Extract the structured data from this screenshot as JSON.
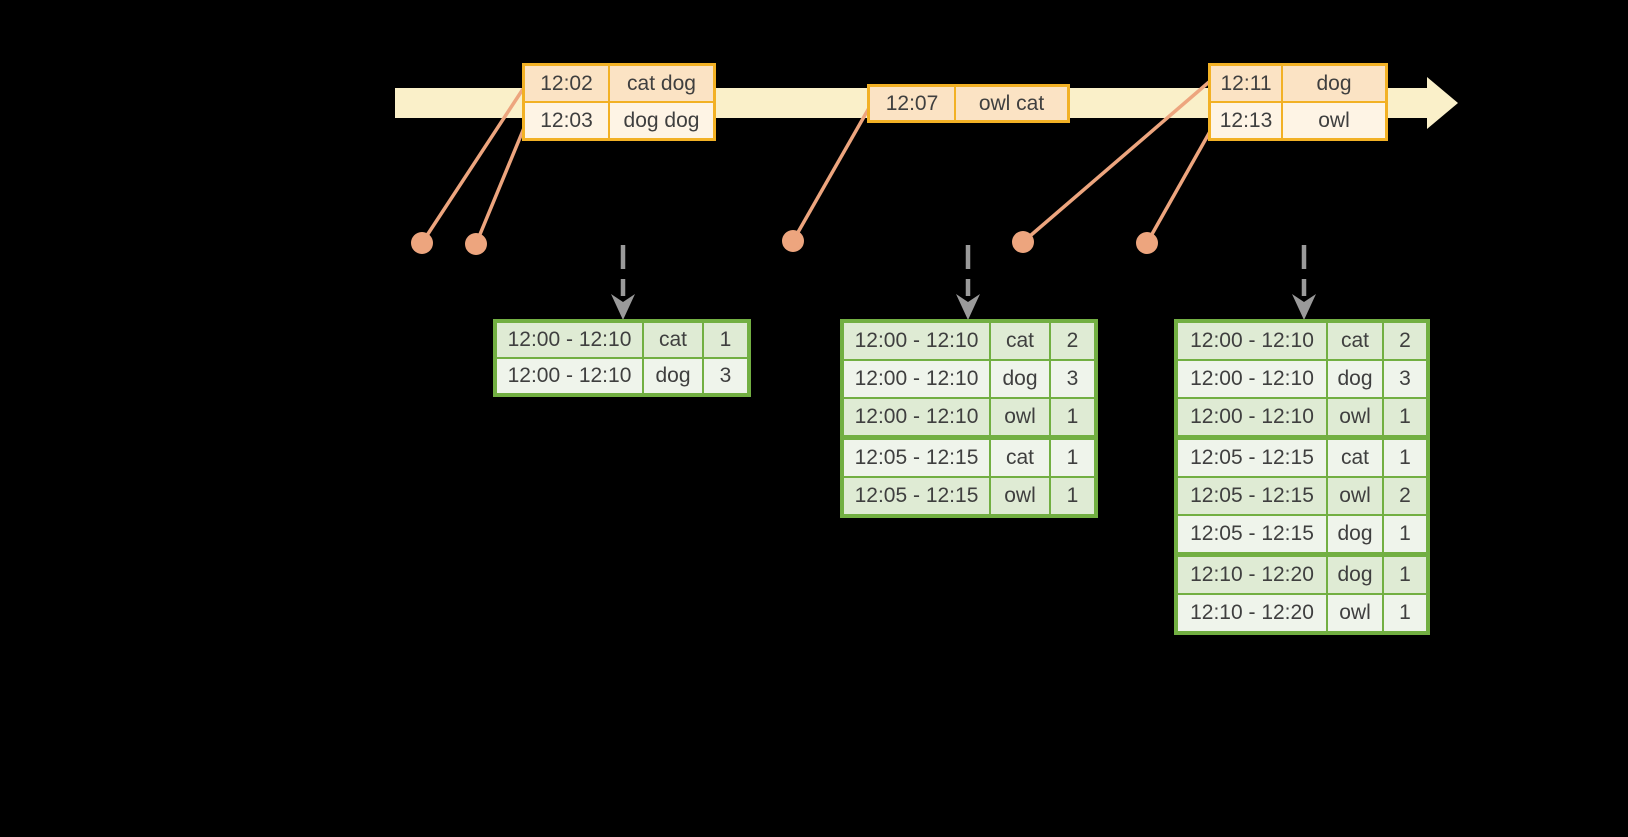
{
  "colors": {
    "background": "#000000",
    "timeline_fill": "#FAF0C9",
    "event_border": "#F2B125",
    "event_row_a": "#FBE3C4",
    "event_row_b": "#FEF4E5",
    "connector": "#EDA57E",
    "result_border": "#72AF42",
    "result_row_a": "#DFEBD4",
    "result_row_b": "#EFF4EB",
    "trigger_arrow": "#9A9A9A",
    "text": "#3F3F3F"
  },
  "event_tables": [
    {
      "rows": [
        {
          "time": "12:02",
          "words": "cat dog"
        },
        {
          "time": "12:03",
          "words": "dog dog"
        }
      ]
    },
    {
      "rows": [
        {
          "time": "12:07",
          "words": "owl cat"
        }
      ]
    },
    {
      "rows": [
        {
          "time": "12:11",
          "words": "dog"
        },
        {
          "time": "12:13",
          "words": "owl"
        }
      ]
    }
  ],
  "result_tables": [
    {
      "rows": [
        {
          "window": "12:00 - 12:10",
          "word": "cat",
          "count": "1"
        },
        {
          "window": "12:00 - 12:10",
          "word": "dog",
          "count": "3"
        }
      ]
    },
    {
      "rows": [
        {
          "window": "12:00 - 12:10",
          "word": "cat",
          "count": "2"
        },
        {
          "window": "12:00 - 12:10",
          "word": "dog",
          "count": "3"
        },
        {
          "window": "12:00 - 12:10",
          "word": "owl",
          "count": "1"
        },
        {
          "window": "12:05 - 12:15",
          "word": "cat",
          "count": "1",
          "group_start": true
        },
        {
          "window": "12:05 - 12:15",
          "word": "owl",
          "count": "1"
        }
      ]
    },
    {
      "rows": [
        {
          "window": "12:00 - 12:10",
          "word": "cat",
          "count": "2"
        },
        {
          "window": "12:00 - 12:10",
          "word": "dog",
          "count": "3"
        },
        {
          "window": "12:00 - 12:10",
          "word": "owl",
          "count": "1"
        },
        {
          "window": "12:05 - 12:15",
          "word": "cat",
          "count": "1",
          "group_start": true
        },
        {
          "window": "12:05 - 12:15",
          "word": "owl",
          "count": "2"
        },
        {
          "window": "12:05 - 12:15",
          "word": "dog",
          "count": "1"
        },
        {
          "window": "12:10 - 12:20",
          "word": "dog",
          "count": "1",
          "group_start": true
        },
        {
          "window": "12:10 - 12:20",
          "word": "owl",
          "count": "1"
        }
      ]
    }
  ]
}
